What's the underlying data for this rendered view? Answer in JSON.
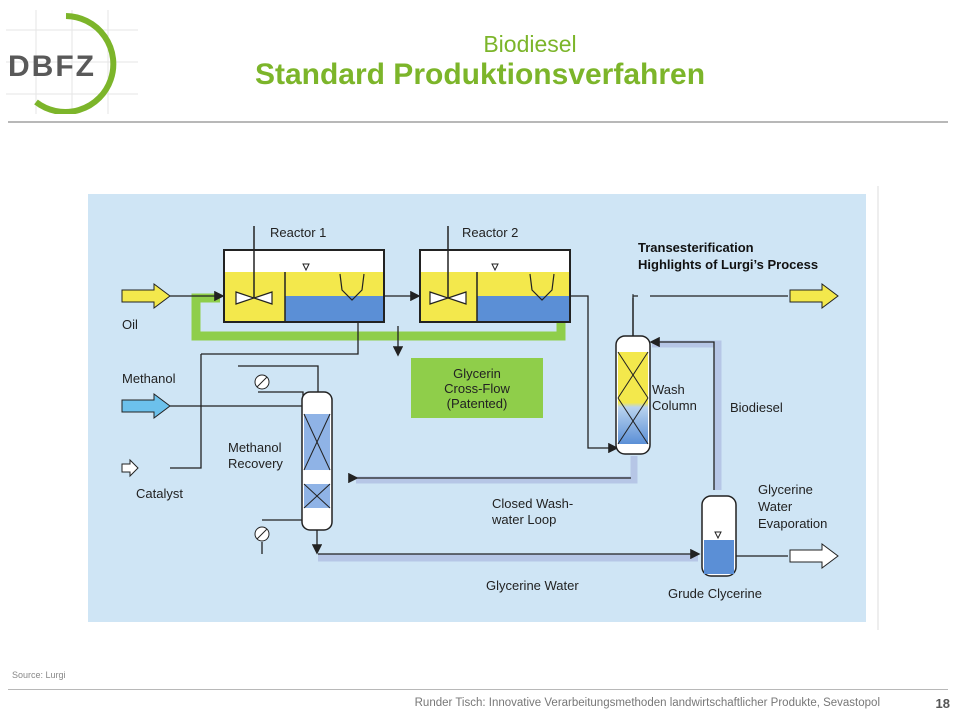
{
  "header": {
    "logo_text": "DBFZ",
    "title": "Biodiesel",
    "subtitle": "Standard Produktionsverfahren"
  },
  "diagram": {
    "reactor1": "Reactor 1",
    "reactor2": "Reactor 2",
    "highlights_line1": "Transesterification",
    "highlights_line2": "Highlights of Lurgi’s Process",
    "oil": "Oil",
    "methanol": "Methanol",
    "catalyst": "Catalyst",
    "glycerin_box": [
      "Glycerin",
      "Cross-Flow",
      "(Patented)"
    ],
    "wash_column": [
      "Wash",
      "Column"
    ],
    "biodiesel": "Biodiesel",
    "methanol_recovery": [
      "Methanol",
      "Recovery"
    ],
    "closed_loop": [
      "Closed Wash-",
      "water Loop"
    ],
    "glycerine_evaporation": [
      "Glycerine",
      "Water",
      "Evaporation"
    ],
    "glycerine_water": "Glycerine Water",
    "crude_glycerine": "Grude Clycerine"
  },
  "colors": {
    "accent_green": "#7cb52a",
    "diagram_bg": "#cfe5f5",
    "yellow": "#f3e84c",
    "blue": "#5b8fd6"
  },
  "footer": {
    "source": "Source: Lurgi",
    "text": "Runder Tisch: Innovative Verarbeitungsmethoden landwirtschaftlicher Produkte, Sevastopol",
    "page": "18"
  }
}
